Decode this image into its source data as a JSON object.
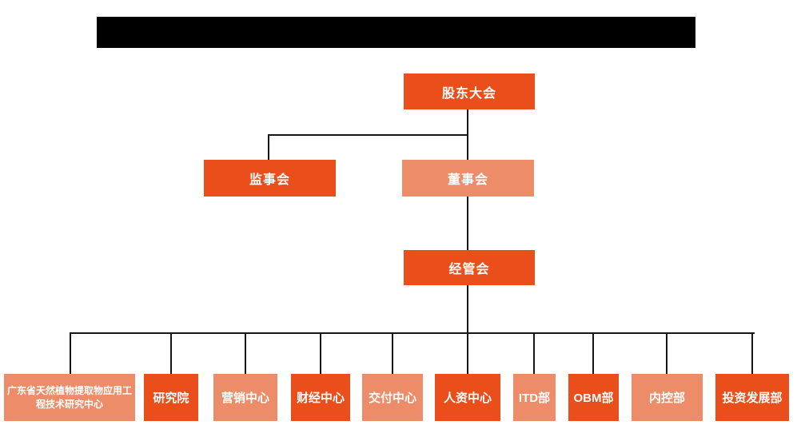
{
  "org": {
    "level1": {
      "label": "股东大会",
      "variant": "dark"
    },
    "level2": [
      {
        "label": "监事会",
        "variant": "dark"
      },
      {
        "label": "董事会",
        "variant": "light"
      }
    ],
    "level3": {
      "label": "经管会",
      "variant": "dark"
    },
    "departments": [
      {
        "label": "广东省天然植物提取物应用工程技术研究中心",
        "variant": "light"
      },
      {
        "label": "研究院",
        "variant": "dark"
      },
      {
        "label": "营销中心",
        "variant": "light"
      },
      {
        "label": "财经中心",
        "variant": "dark"
      },
      {
        "label": "交付中心",
        "variant": "light"
      },
      {
        "label": "人资中心",
        "variant": "dark"
      },
      {
        "label": "ITD部",
        "variant": "light"
      },
      {
        "label": "OBM部",
        "variant": "dark"
      },
      {
        "label": "内控部",
        "variant": "light"
      },
      {
        "label": "投资发展部",
        "variant": "dark"
      }
    ],
    "colors": {
      "dark_orange": "#EA4E1B",
      "light_orange": "#EC8C68",
      "connector": "#161616",
      "redaction_bar": "#000000",
      "text": "#FFFFFF"
    }
  }
}
